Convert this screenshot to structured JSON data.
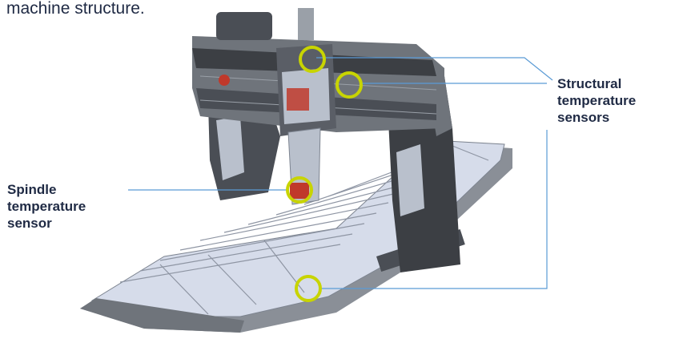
{
  "caption": {
    "text": "machine structure."
  },
  "labels": {
    "structural": {
      "lines": [
        "Structural",
        "temperature",
        "sensors"
      ]
    },
    "spindle": {
      "lines": [
        "Spindle",
        "temperature",
        "sensor"
      ]
    }
  },
  "colors": {
    "highlight_circle": "#c8d400",
    "leader_line": "#5b9bd5",
    "machine_dark": "#3c3f44",
    "machine_mid": "#6f747b",
    "machine_light": "#b9c0cc",
    "covers": "#d6dcea",
    "spindle_red": "#c0392b"
  }
}
